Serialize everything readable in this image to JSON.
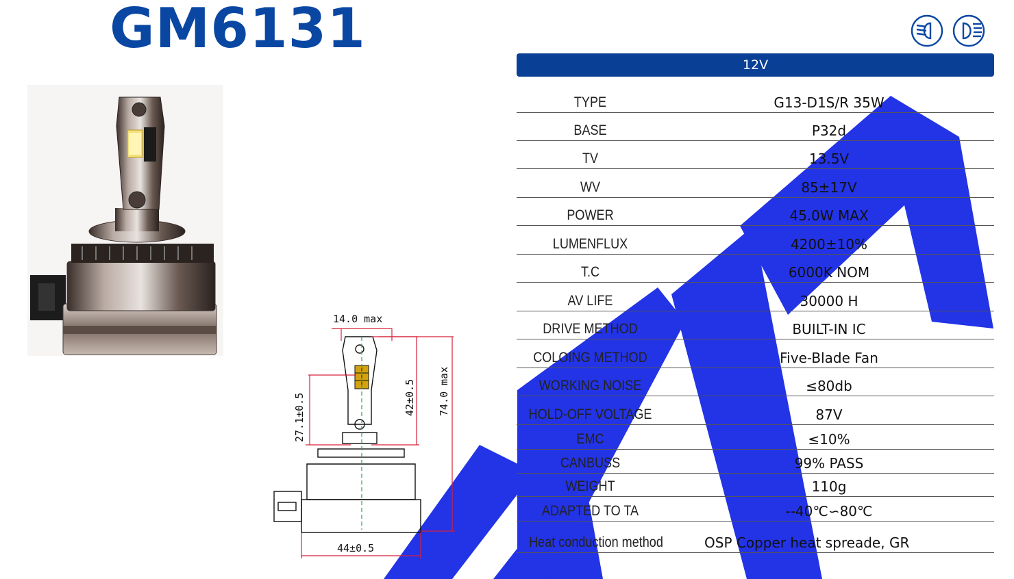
{
  "title": "GM6131",
  "header": {
    "voltage": "12V"
  },
  "specs": [
    {
      "label": "TYPE",
      "value": "G13-D1S/R 35W"
    },
    {
      "label": "BASE",
      "value": "P32d"
    },
    {
      "label": "TV",
      "value": "13.5V"
    },
    {
      "label": "WV",
      "value": "85±17V"
    },
    {
      "label": "POWER",
      "value": "45.0W MAX"
    },
    {
      "label": "LUMENFLUX",
      "value": "4200±10%"
    },
    {
      "label": "T.C",
      "value": "6000K  NOM"
    },
    {
      "label": "AV LIFE",
      "value": "30000 H"
    },
    {
      "label": "DRIVE METHOD",
      "value": "BUILT-IN IC"
    },
    {
      "label": "COLOING METHOD",
      "value": "Five-Blade Fan"
    },
    {
      "label": "WORKING NOISE",
      "value": "≤80db"
    },
    {
      "label": "HOLD-OFF VOLTAGE",
      "value": "87V"
    },
    {
      "label": "EMC",
      "value": "≤10%"
    },
    {
      "label": "CANBUSS",
      "value": "99% PASS"
    },
    {
      "label": "WEIGHT",
      "value": "110g"
    },
    {
      "label": "ADAPTED TO TA",
      "value": "--40℃∽80℃"
    },
    {
      "label": "Heat conduction method",
      "value": "OSP Copper heat spreade, GR"
    }
  ],
  "drawing": {
    "width_label": "14.0 max",
    "height_label": "74.0 max",
    "led_height_label": "42±0.5",
    "focal_label": "27.1±0.5",
    "base_width_label": "44±0.5"
  },
  "icons": [
    "low-beam-headlight-icon",
    "high-beam-headlight-icon"
  ],
  "colors": {
    "brand": "#0a47a3",
    "header_bar": "#0a3f96",
    "dimension_line": "#d8203a",
    "watermark": "#1f2fe0"
  }
}
